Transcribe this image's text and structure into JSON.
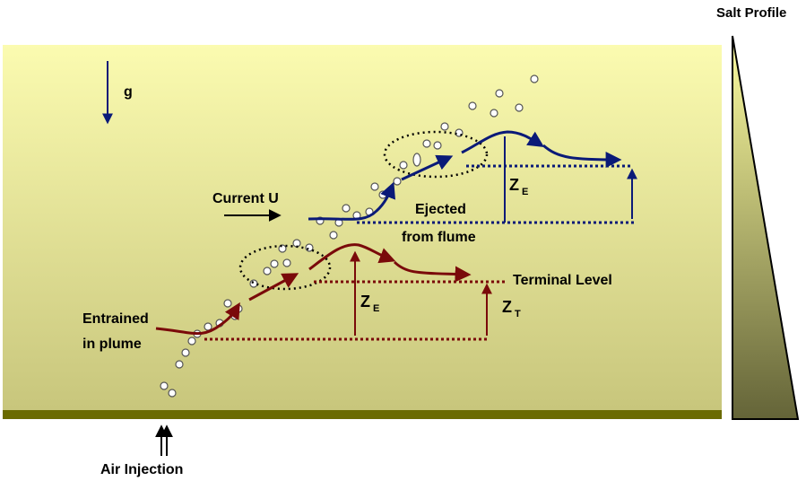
{
  "labels": {
    "salt_profile": "Salt Profile",
    "gravity": "g",
    "current": "Current U",
    "ejected_line1": "Ejected",
    "ejected_line2": "from flume",
    "terminal_level": "Terminal Level",
    "entrained_line1": "Entrained",
    "entrained_line2": "in plume",
    "air_injection": "Air Injection",
    "ze_upper": "Z",
    "ze_upper_sub": "E",
    "ze_lower": "Z",
    "ze_lower_sub": "E",
    "zt": "Z",
    "zt_sub": "T"
  },
  "colors": {
    "tank_top": "#fbfbb0",
    "tank_bottom": "#c8c67c",
    "floor": "#6b6b00",
    "blue_path": "#0a1a78",
    "red_path": "#7a0a0a",
    "salt_top": "#fcfca0",
    "salt_bottom": "#646438",
    "bubble_stroke": "#555555"
  }
}
